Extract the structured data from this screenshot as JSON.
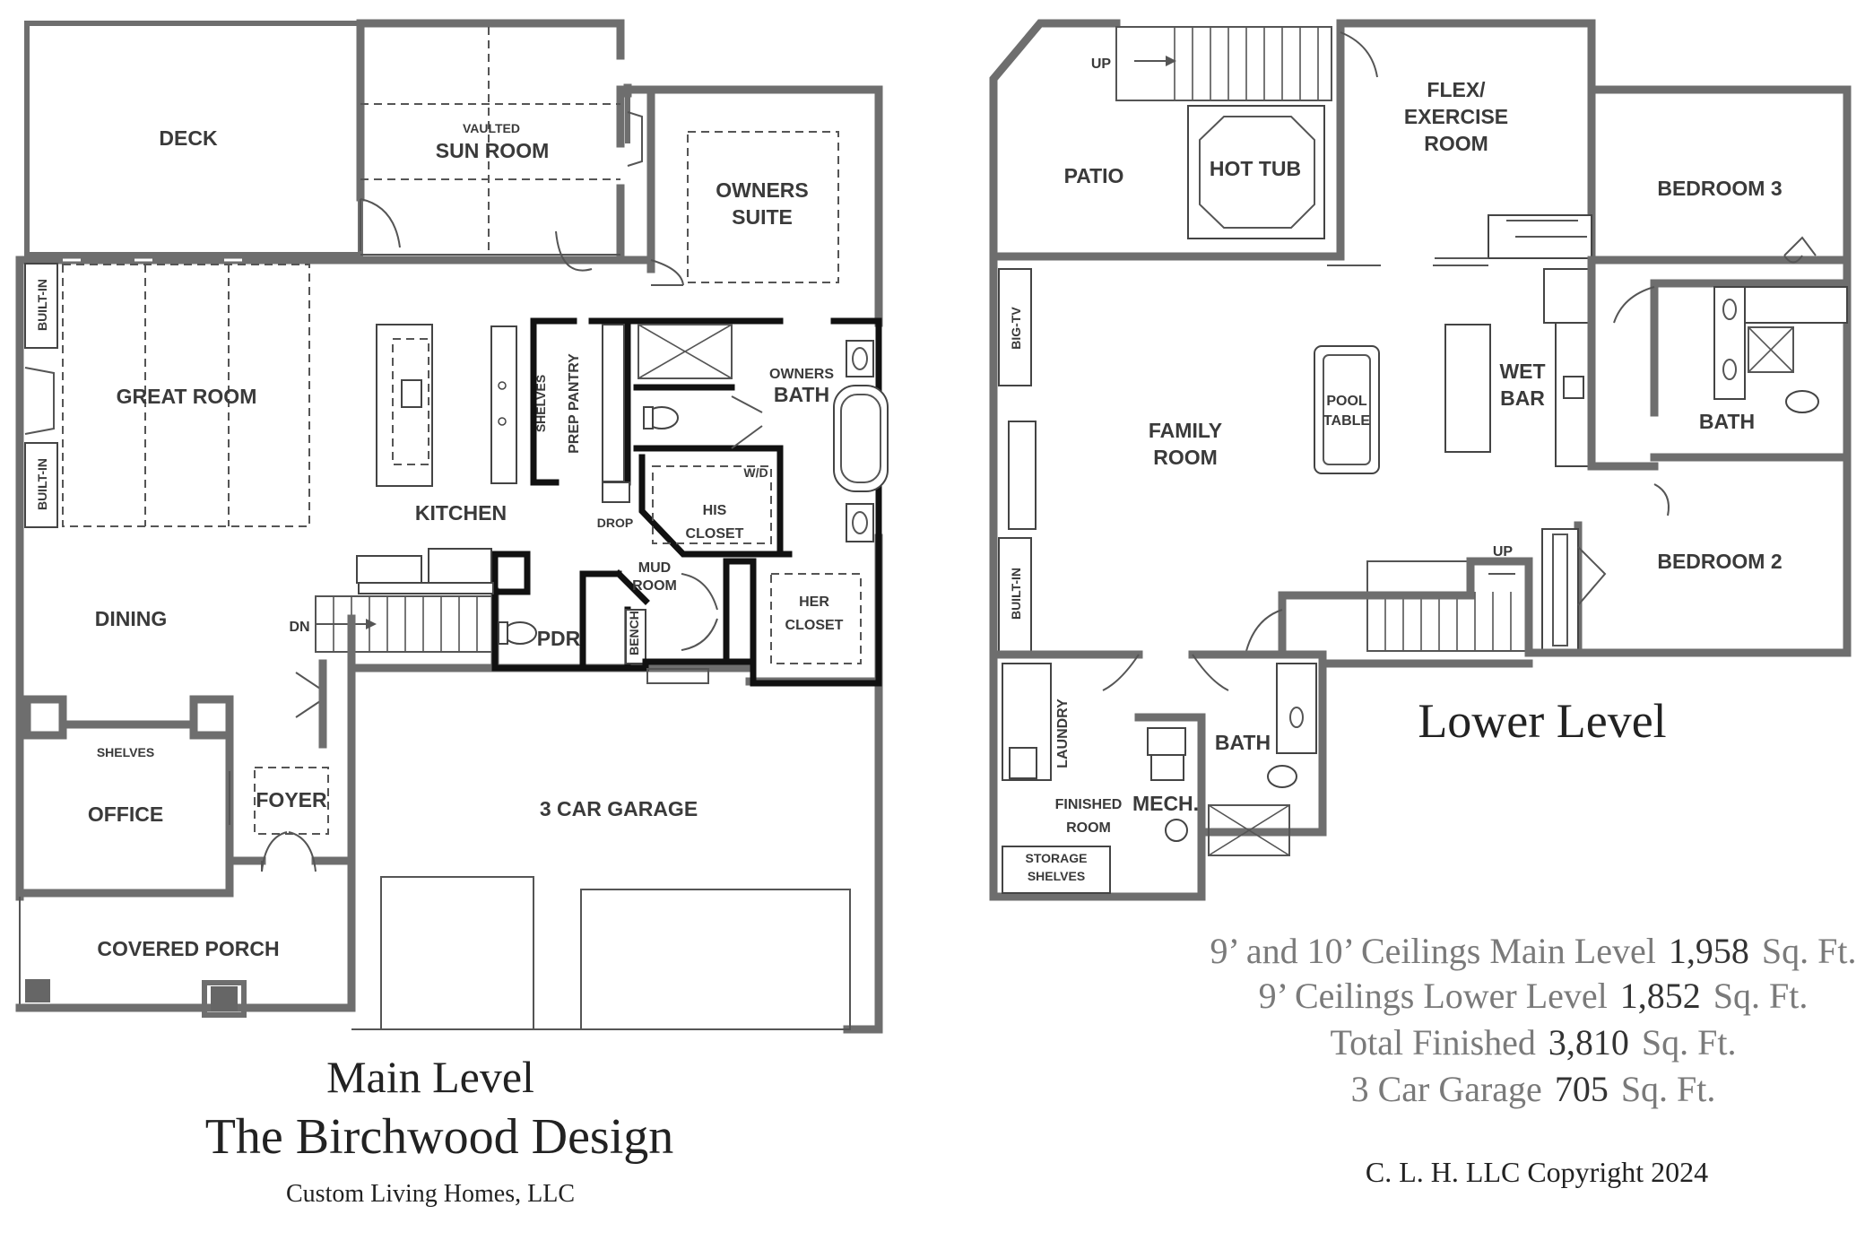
{
  "main_level": {
    "rooms": {
      "deck": "DECK",
      "vaulted": "VAULTED",
      "sun_room": "SUN ROOM",
      "owners_suite_1": "OWNERS",
      "owners_suite_2": "SUITE",
      "great_room": "GREAT ROOM",
      "built_in_top": "BUILT-IN",
      "built_in_bottom": "BUILT-IN",
      "kitchen": "KITCHEN",
      "shelves_pantry": "SHELVES",
      "prep_pantry": "PREP PANTRY",
      "drop": "DROP",
      "owners_bath_1": "OWNERS",
      "owners_bath_2": "BATH",
      "wd": "W/D",
      "his_closet_1": "HIS",
      "his_closet_2": "CLOSET",
      "mud_room_1": "MUD",
      "mud_room_2": "ROOM",
      "bench": "BENCH",
      "her_closet_1": "HER",
      "her_closet_2": "CLOSET",
      "pdr": "PDR",
      "dining": "DINING",
      "dn": "DN",
      "shelves_office": "SHELVES",
      "office": "OFFICE",
      "foyer": "FOYER",
      "garage": "3 CAR GARAGE",
      "covered_porch": "COVERED PORCH"
    },
    "title": "Main Level",
    "design_name": "The Birchwood Design",
    "builder": "Custom Living Homes, LLC"
  },
  "lower_level": {
    "rooms": {
      "up_top": "UP",
      "patio": "PATIO",
      "hot_tub": "HOT TUB",
      "flex_1": "FLEX/",
      "flex_2": "EXERCISE",
      "flex_3": "ROOM",
      "bedroom3": "BEDROOM 3",
      "big_tv": "BIG-TV",
      "pool_1": "POOL",
      "pool_2": "TABLE",
      "wet_1": "WET",
      "wet_2": "BAR",
      "family_1": "FAMILY",
      "family_2": "ROOM",
      "bath_right": "BATH",
      "built_in": "BUILT-IN",
      "up_stair": "UP",
      "bedroom2": "BEDROOM 2",
      "laundry": "LAUNDRY",
      "bath_bottom": "BATH",
      "finished_1": "FINISHED",
      "finished_2": "ROOM",
      "mech": "MECH.",
      "storage_1": "STORAGE",
      "storage_2": "SHELVES"
    },
    "title": "Lower Level"
  },
  "stats": [
    {
      "label_a": "9’ and 10’ Ceilings Main Level",
      "value": "1,958",
      "unit": "Sq. Ft."
    },
    {
      "label_a": "9’ Ceilings Lower Level",
      "value": "1,852",
      "unit": "Sq. Ft."
    },
    {
      "label_a": "Total Finished",
      "value": "3,810",
      "unit": "Sq. Ft."
    },
    {
      "label_a": "3 Car Garage",
      "value": "705",
      "unit": "Sq. Ft."
    }
  ],
  "copyright": "C. L. H. LLC Copyright 2024"
}
